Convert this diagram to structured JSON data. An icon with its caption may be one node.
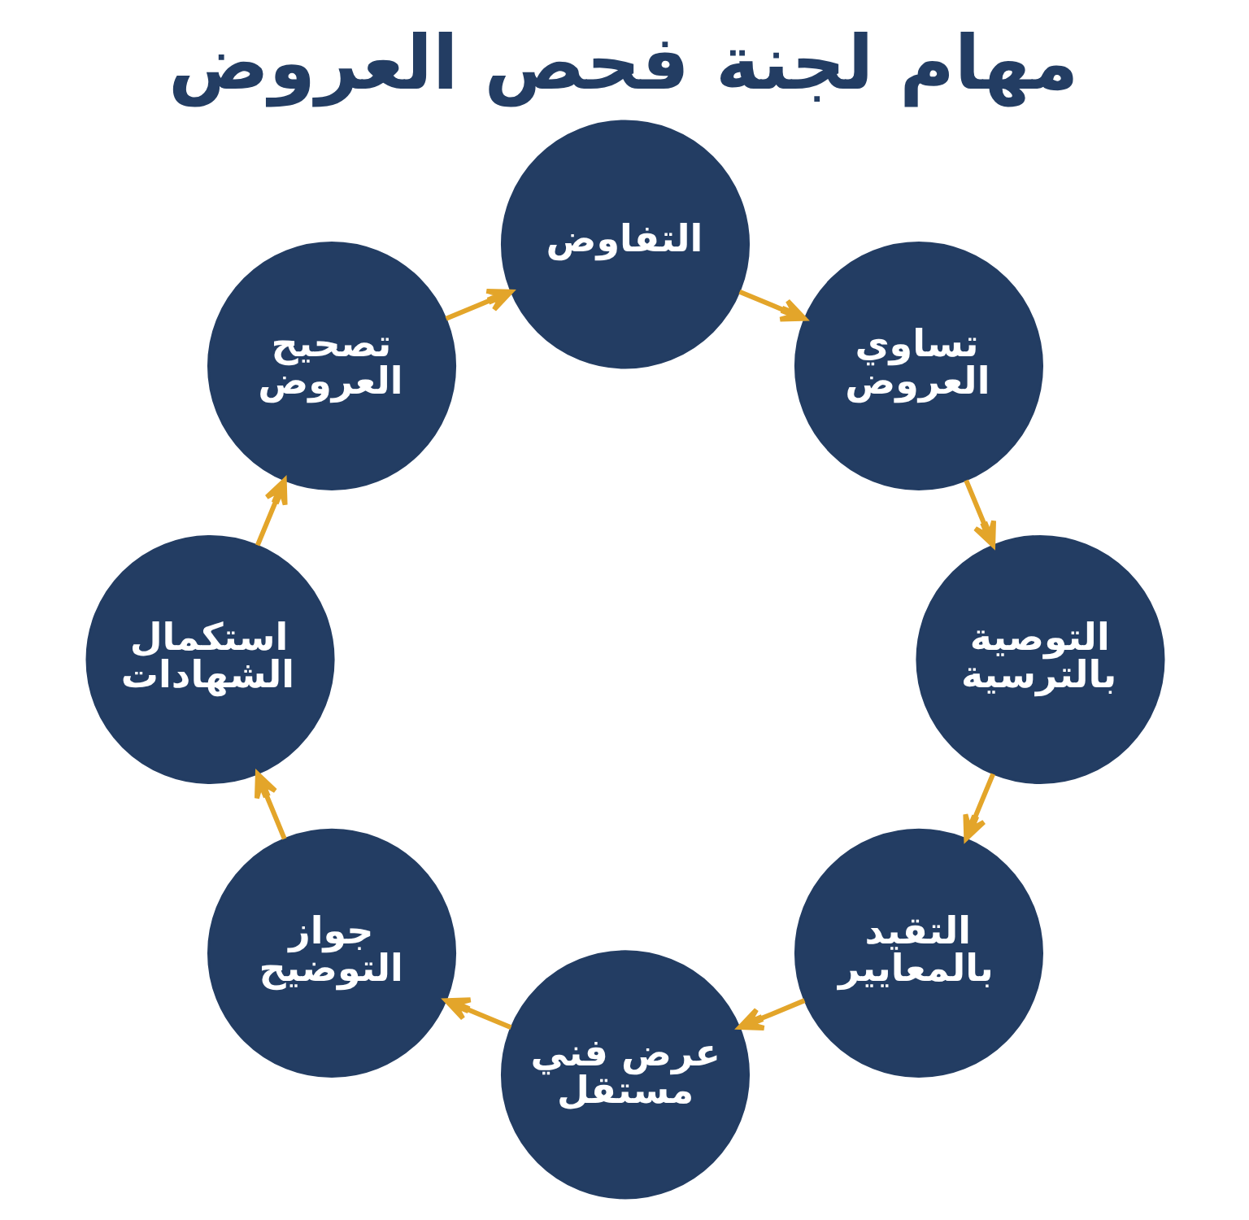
{
  "diagram": {
    "title": "مهام لجنة فحص العروض",
    "nodes": [
      {
        "text": [
          "التقيد بالمعايير"
        ]
      },
      {
        "text": [
          "عرض فني مستقل"
        ]
      },
      {
        "text": [
          "جواز التوضيح"
        ]
      },
      {
        "text": [
          "استكمال الشهادات"
        ]
      },
      {
        "text": [
          "تصحيح العروض"
        ]
      },
      {
        "text": [
          "التفاوض"
        ]
      },
      {
        "text": [
          "تساوي العروض"
        ]
      },
      {
        "text": [
          "التوصية بالترسية"
        ]
      }
    ],
    "edges": [
      {
        "from": 0,
        "to": 1,
        "arrow": "to"
      },
      {
        "from": 1,
        "to": 2,
        "arrow": "to"
      },
      {
        "from": 2,
        "to": 3,
        "arrow": "to"
      },
      {
        "from": 3,
        "to": 4,
        "arrow": "to"
      },
      {
        "from": 4,
        "to": 5,
        "arrow": "to"
      },
      {
        "from": 5,
        "to": 6,
        "arrow": "to"
      },
      {
        "from": 6,
        "to": 7,
        "arrow": "to"
      },
      {
        "from": 7,
        "to": 0,
        "arrow": "to"
      }
    ]
  }
}
